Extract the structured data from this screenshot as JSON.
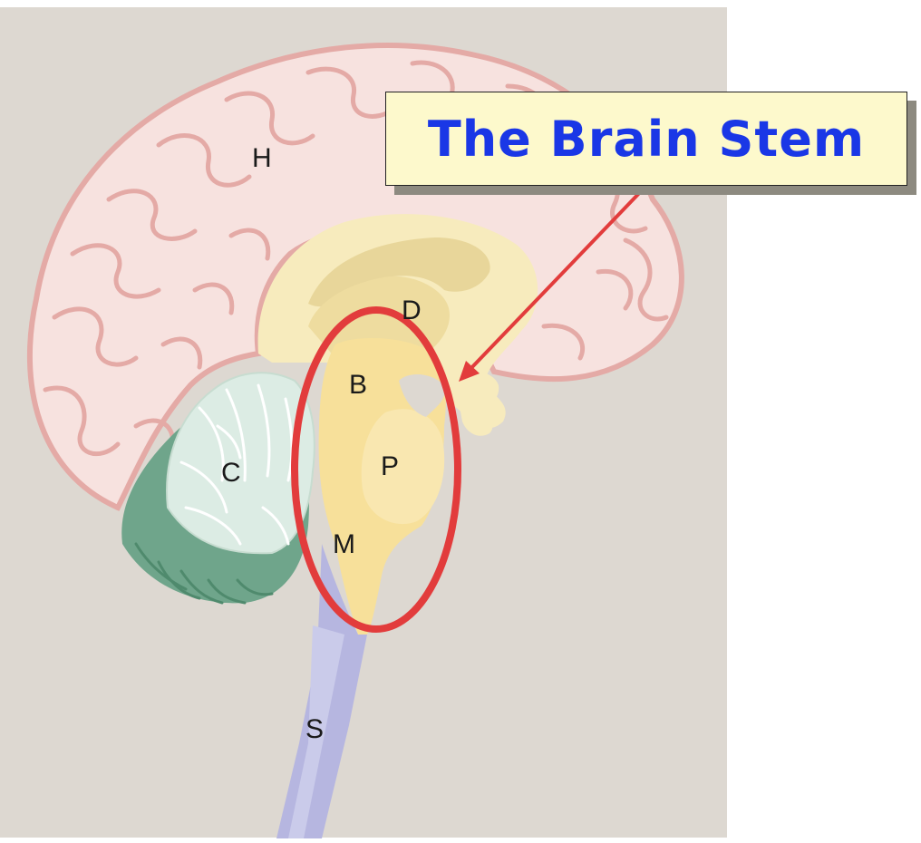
{
  "callout": {
    "text": "The Brain Stem"
  },
  "labels": {
    "h": "H",
    "d": "D",
    "b": "B",
    "p": "P",
    "c": "C",
    "m": "M",
    "s": "S"
  },
  "colors": {
    "background": "#ddd8d1",
    "cortex": "#f7e2df",
    "cortex_outline": "#e4aaa6",
    "inner_yellow": "#f7ebbd",
    "brainstem": "#f7e09a",
    "cerebellum": "#dcece4",
    "cerebellum_dark": "#6fa58b",
    "spinal_cord": "#b6b6e0",
    "highlight": "#e23c3c",
    "callout_fill": "#fdf9cc",
    "callout_text": "#1a37e6"
  }
}
